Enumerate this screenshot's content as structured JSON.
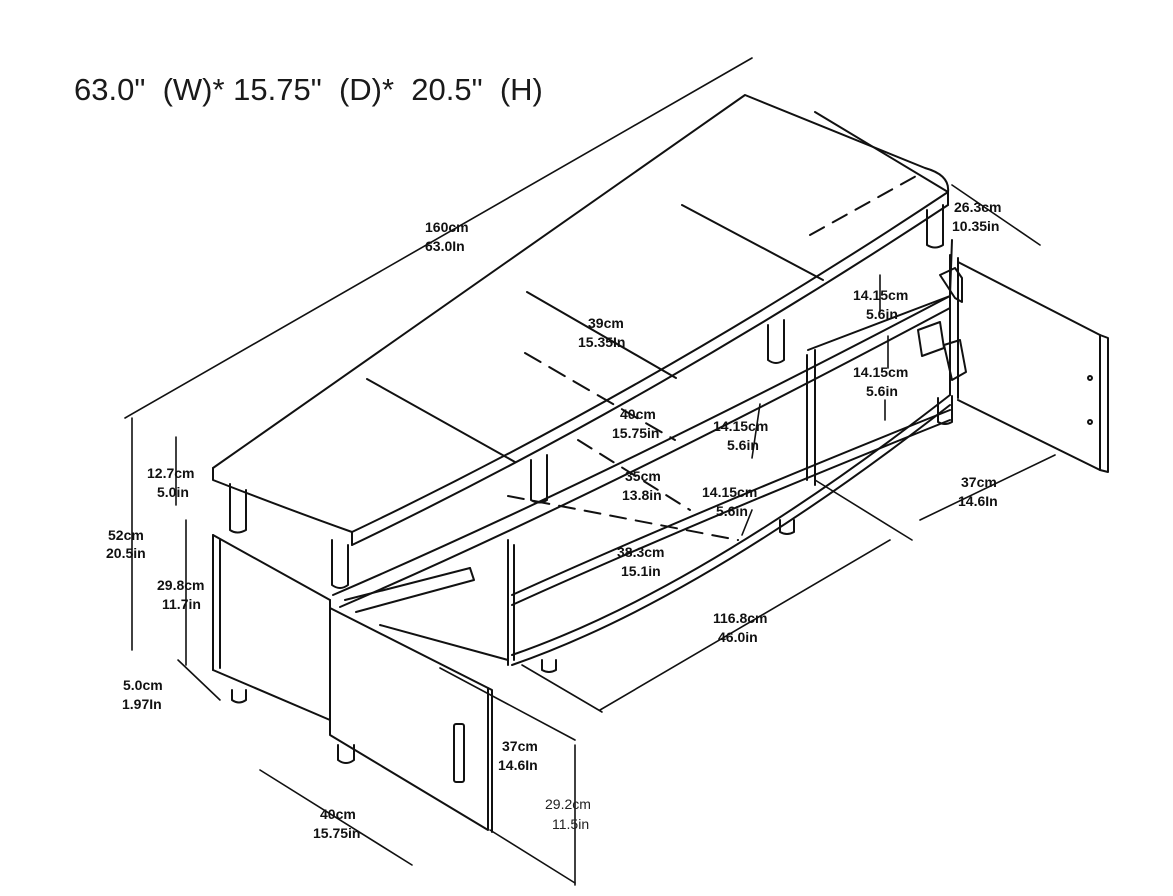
{
  "title": "63.0\"  (W)* 15.75\"  (D)*  20.5\"  (H)",
  "dimensions": {
    "total_width": {
      "cm": "160cm",
      "in": "63.0In"
    },
    "depth_top": {
      "cm": "39cm",
      "in": "15.35In"
    },
    "side_top": {
      "cm": "26.3cm",
      "in": "10.35in"
    },
    "height_total": {
      "cm": "52cm",
      "in": "20.5in"
    },
    "top_gap": {
      "cm": "12.7cm",
      "in": "5.0in"
    },
    "cabinet_h": {
      "cm": "29.8cm",
      "in": "11.7in"
    },
    "leg_h": {
      "cm": "5.0cm",
      "in": "1.97In"
    },
    "shelf_gap_r1": {
      "cm": "14.15cm",
      "in": "5.6in"
    },
    "shelf_gap_r2": {
      "cm": "14.15cm",
      "in": "5.6in"
    },
    "shelf_gap_m1": {
      "cm": "14.15cm",
      "in": "5.6in"
    },
    "shelf_gap_m2": {
      "cm": "14.15cm",
      "in": "5.6in"
    },
    "shelf_d_40": {
      "cm": "40cm",
      "in": "15.75in"
    },
    "shelf_d_35": {
      "cm": "35cm",
      "in": "13.8in"
    },
    "shelf_d_383": {
      "cm": "38.3cm",
      "in": "15.1in"
    },
    "right_cab_w": {
      "cm": "37cm",
      "in": "14.6In"
    },
    "mid_width": {
      "cm": "116.8cm",
      "in": "46.0in"
    },
    "left_cab_w": {
      "cm": "37cm",
      "in": "14.6In"
    },
    "base_depth": {
      "cm": "40cm",
      "in": "15.75in"
    },
    "door_h": {
      "cm": "29.2cm",
      "in": "11.5in"
    }
  }
}
